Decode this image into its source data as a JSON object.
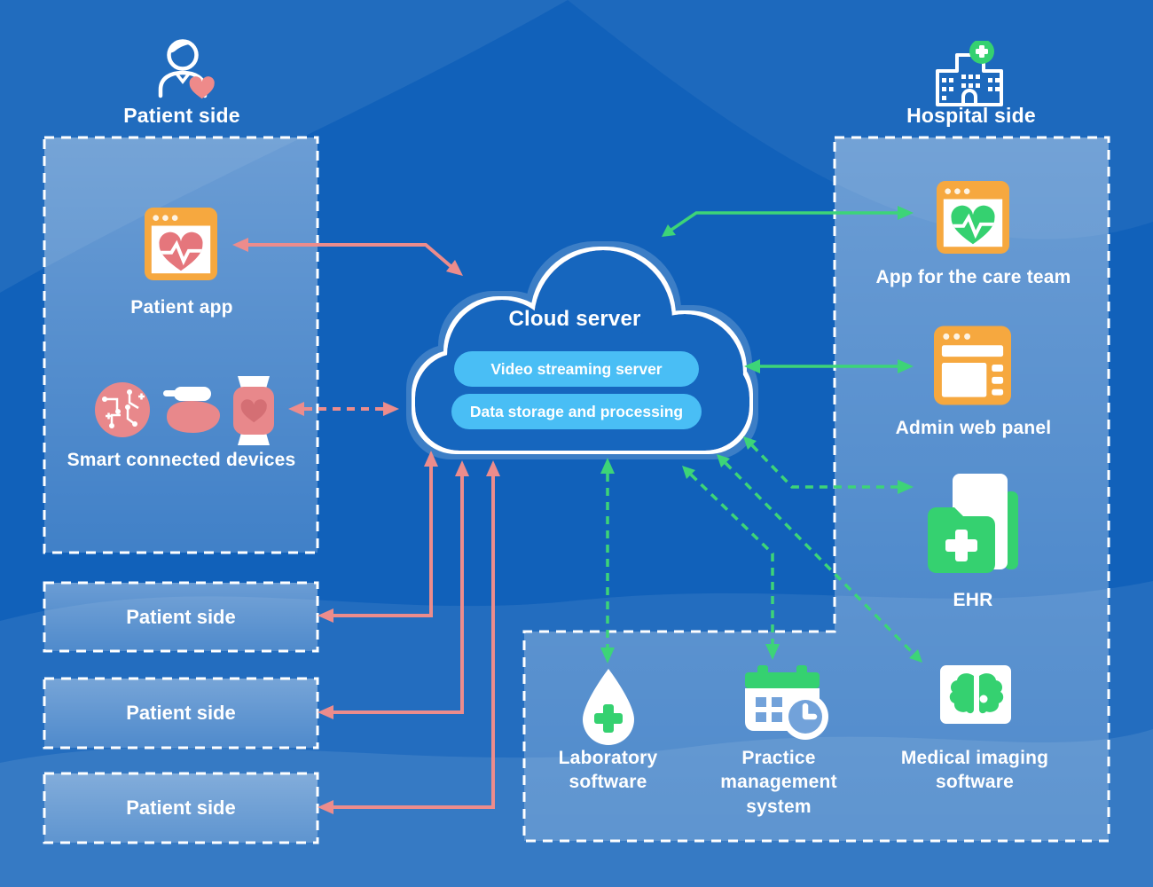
{
  "sections": {
    "patient": {
      "title": "Patient side",
      "app_label": "Patient app",
      "devices_label": "Smart connected devices",
      "boxes": [
        "Patient side",
        "Patient side",
        "Patient side"
      ]
    },
    "cloud": {
      "title": "Cloud server",
      "pill_video": "Video streaming server",
      "pill_data": "Data storage and processing"
    },
    "hospital": {
      "title": "Hospital side",
      "care_team": "App for the care team",
      "admin": "Admin web panel",
      "ehr": "EHR",
      "laboratory": "Laboratory software",
      "practice": "Practice management system",
      "imaging": "Medical imaging software"
    }
  },
  "icons": {
    "patient": "person-heart-icon",
    "hospital": "hospital-building-icon",
    "patient_app": "app-window-heart-icon",
    "devices": [
      "circuit-chip-icon",
      "glucometer-icon",
      "smartwatch-heart-icon"
    ],
    "cloud": "cloud-icon",
    "care_team": "app-window-heart-icon",
    "admin": "browser-layout-icon",
    "ehr": "medical-folder-icon",
    "laboratory": "drop-cross-icon",
    "practice": "calendar-clock-icon",
    "imaging": "brain-icon"
  },
  "colors": {
    "background": "#1161BA",
    "box_border": "#FFFFFF",
    "orange": "#F6A83F",
    "salmon_arrow": "#EC8C8C",
    "salmon_icon": "#E8888B",
    "pink_heart": "#E5767C",
    "green": "#35D170",
    "green_arrow": "#3DD478",
    "pill_blue": "#49BEF5",
    "text": "#FFFFFF"
  }
}
